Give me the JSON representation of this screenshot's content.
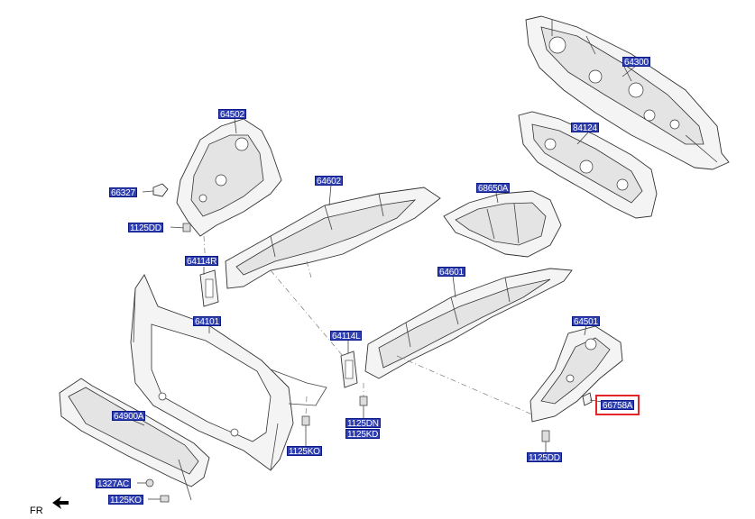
{
  "labels": {
    "l64300": "64300",
    "l84124": "84124",
    "l64502": "64502",
    "l66327": "66327",
    "l1125DD_a": "1125DD",
    "l64602": "64602",
    "l68650A": "68650A",
    "l64114R": "64114R",
    "l64601": "64601",
    "l64101": "64101",
    "l64501": "64501",
    "l64114L": "64114L",
    "l66758A": "66758A",
    "l1125DN": "1125DN",
    "l1125KD": "1125KD",
    "l64900A": "64900A",
    "l1125KO_a": "1125KO",
    "l1125DD_b": "1125DD",
    "l1327AC": "1327AC",
    "l1125KO_b": "1125KO"
  },
  "front_marker": "FR",
  "colors": {
    "label_bg": "#2f3fb0",
    "highlight": "#e2262a"
  }
}
